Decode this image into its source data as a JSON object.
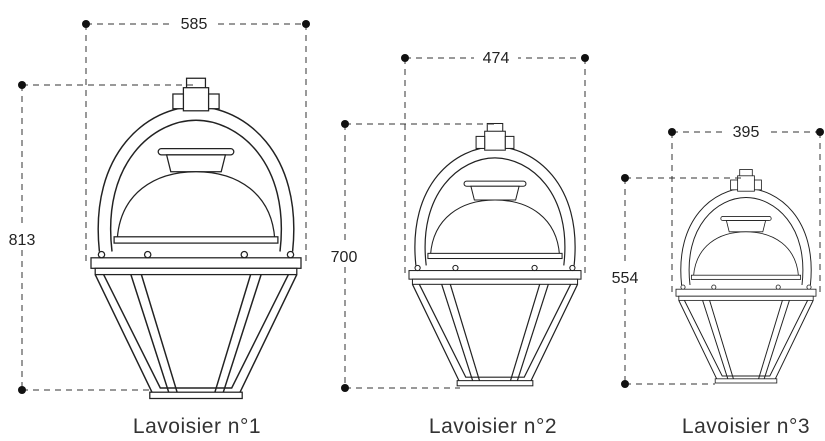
{
  "lamps": [
    {
      "name": "Lavoisier n°1",
      "width": "585",
      "height": "813"
    },
    {
      "name": "Lavoisier n°2",
      "width": "474",
      "height": "700"
    },
    {
      "name": "Lavoisier n°3",
      "width": "395",
      "height": "554"
    }
  ]
}
